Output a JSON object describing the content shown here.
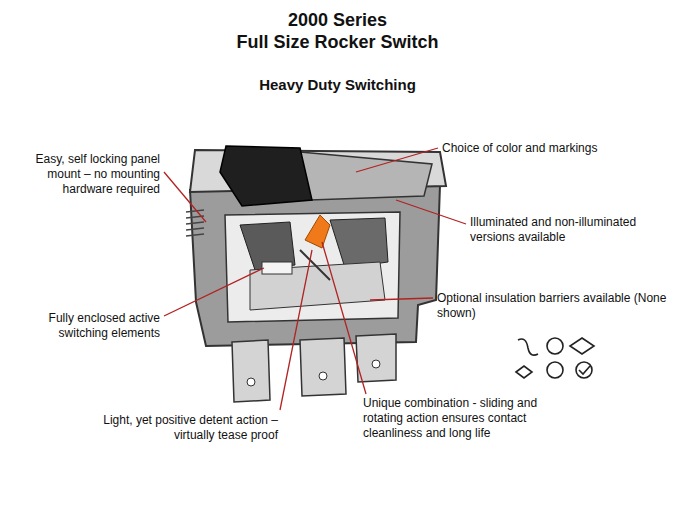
{
  "diagram": {
    "title": "2000 Series",
    "labels": [
      "Full Size Rocker Switch",
      "Heavy Duty Switching",
      "Easy, self locking panel mount – no mounting hardware required",
      "Choice of color and markings",
      "Illuminated and non-illuminated versions available",
      "Fully enclosed active switching elements",
      "Optional insulation barriers available (None shown)",
      "Light, yet positive detent action – virtually tease proof",
      "Unique combination - sliding and rotating action ensures contact cleanliness and long life"
    ]
  }
}
